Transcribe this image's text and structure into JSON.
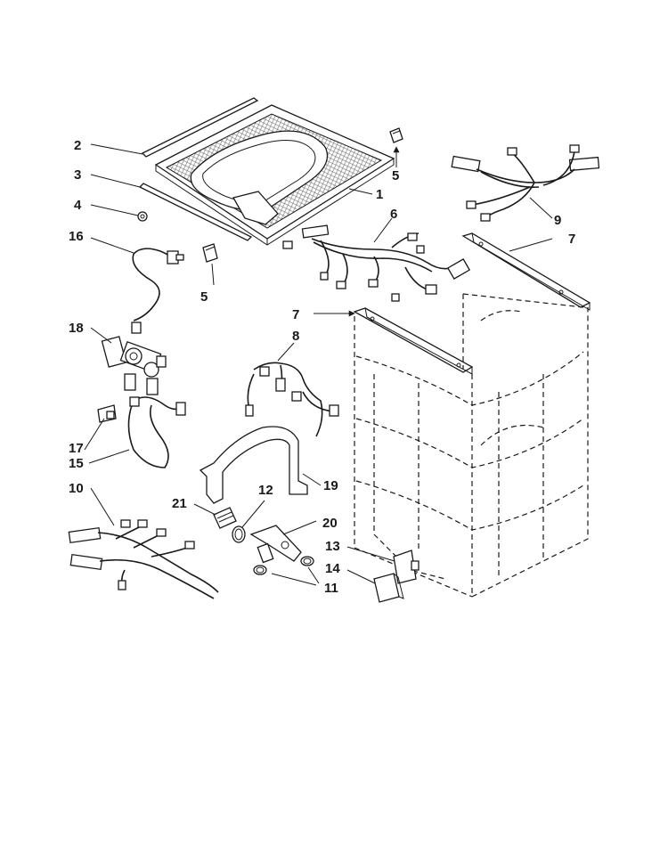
{
  "callouts": [
    {
      "id": "c1",
      "label": "1"
    },
    {
      "id": "c2",
      "label": "2"
    },
    {
      "id": "c3",
      "label": "3"
    },
    {
      "id": "c4",
      "label": "4"
    },
    {
      "id": "c5a",
      "label": "5"
    },
    {
      "id": "c5b",
      "label": "5"
    },
    {
      "id": "c6",
      "label": "6"
    },
    {
      "id": "c7a",
      "label": "7"
    },
    {
      "id": "c7b",
      "label": "7"
    },
    {
      "id": "c8",
      "label": "8"
    },
    {
      "id": "c9",
      "label": "9"
    },
    {
      "id": "c10",
      "label": "10"
    },
    {
      "id": "c11",
      "label": "11"
    },
    {
      "id": "c12",
      "label": "12"
    },
    {
      "id": "c13",
      "label": "13"
    },
    {
      "id": "c14",
      "label": "14"
    },
    {
      "id": "c15",
      "label": "15"
    },
    {
      "id": "c16",
      "label": "16"
    },
    {
      "id": "c17",
      "label": "17"
    },
    {
      "id": "c18",
      "label": "18"
    },
    {
      "id": "c19",
      "label": "19"
    },
    {
      "id": "c20",
      "label": "20"
    },
    {
      "id": "c21",
      "label": "21"
    }
  ]
}
